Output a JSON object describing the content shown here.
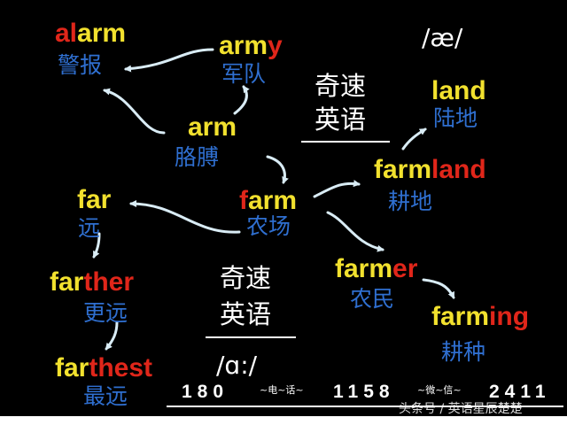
{
  "words": {
    "alarm": {
      "p1": "al",
      "p2": "arm"
    },
    "army": {
      "p1": "arm",
      "p2": "y"
    },
    "arm": {
      "text": "arm"
    },
    "land": {
      "text": "land"
    },
    "far": {
      "text": "far"
    },
    "farm": {
      "p1": "f",
      "p2": "arm"
    },
    "farmland": {
      "p1": "farm",
      "p2": "land"
    },
    "farther": {
      "p1": "far",
      "p2": "ther"
    },
    "farmer": {
      "p1": "farm",
      "p2": "er"
    },
    "farming": {
      "p1": "farm",
      "p2": "ing"
    },
    "farthest": {
      "p1": "far",
      "p2": "thest"
    }
  },
  "meanings": {
    "alarm": "警报",
    "army": "军队",
    "arm": "胳膊",
    "land": "陆地",
    "far": "远",
    "farm": "农场",
    "farmland": "耕地",
    "farther": "更远",
    "farmer": "农民",
    "farming": "耕种",
    "farthest": "最远"
  },
  "brand": {
    "line1": "奇速",
    "line2": "英语"
  },
  "phonetics": {
    "ae": "/æ/",
    "a_long": "/ɑ:/"
  },
  "footer": {
    "num1": "180",
    "label1": "~电~话~",
    "num2": "1158",
    "label2": "~微~信~",
    "num3": "2411",
    "watermark": "头条号 / 英语星辰楚楚"
  },
  "colors": {
    "root": "#f2e12e",
    "affix": "#e0261a",
    "meaning": "#2f6fd0",
    "background": "#000000"
  }
}
